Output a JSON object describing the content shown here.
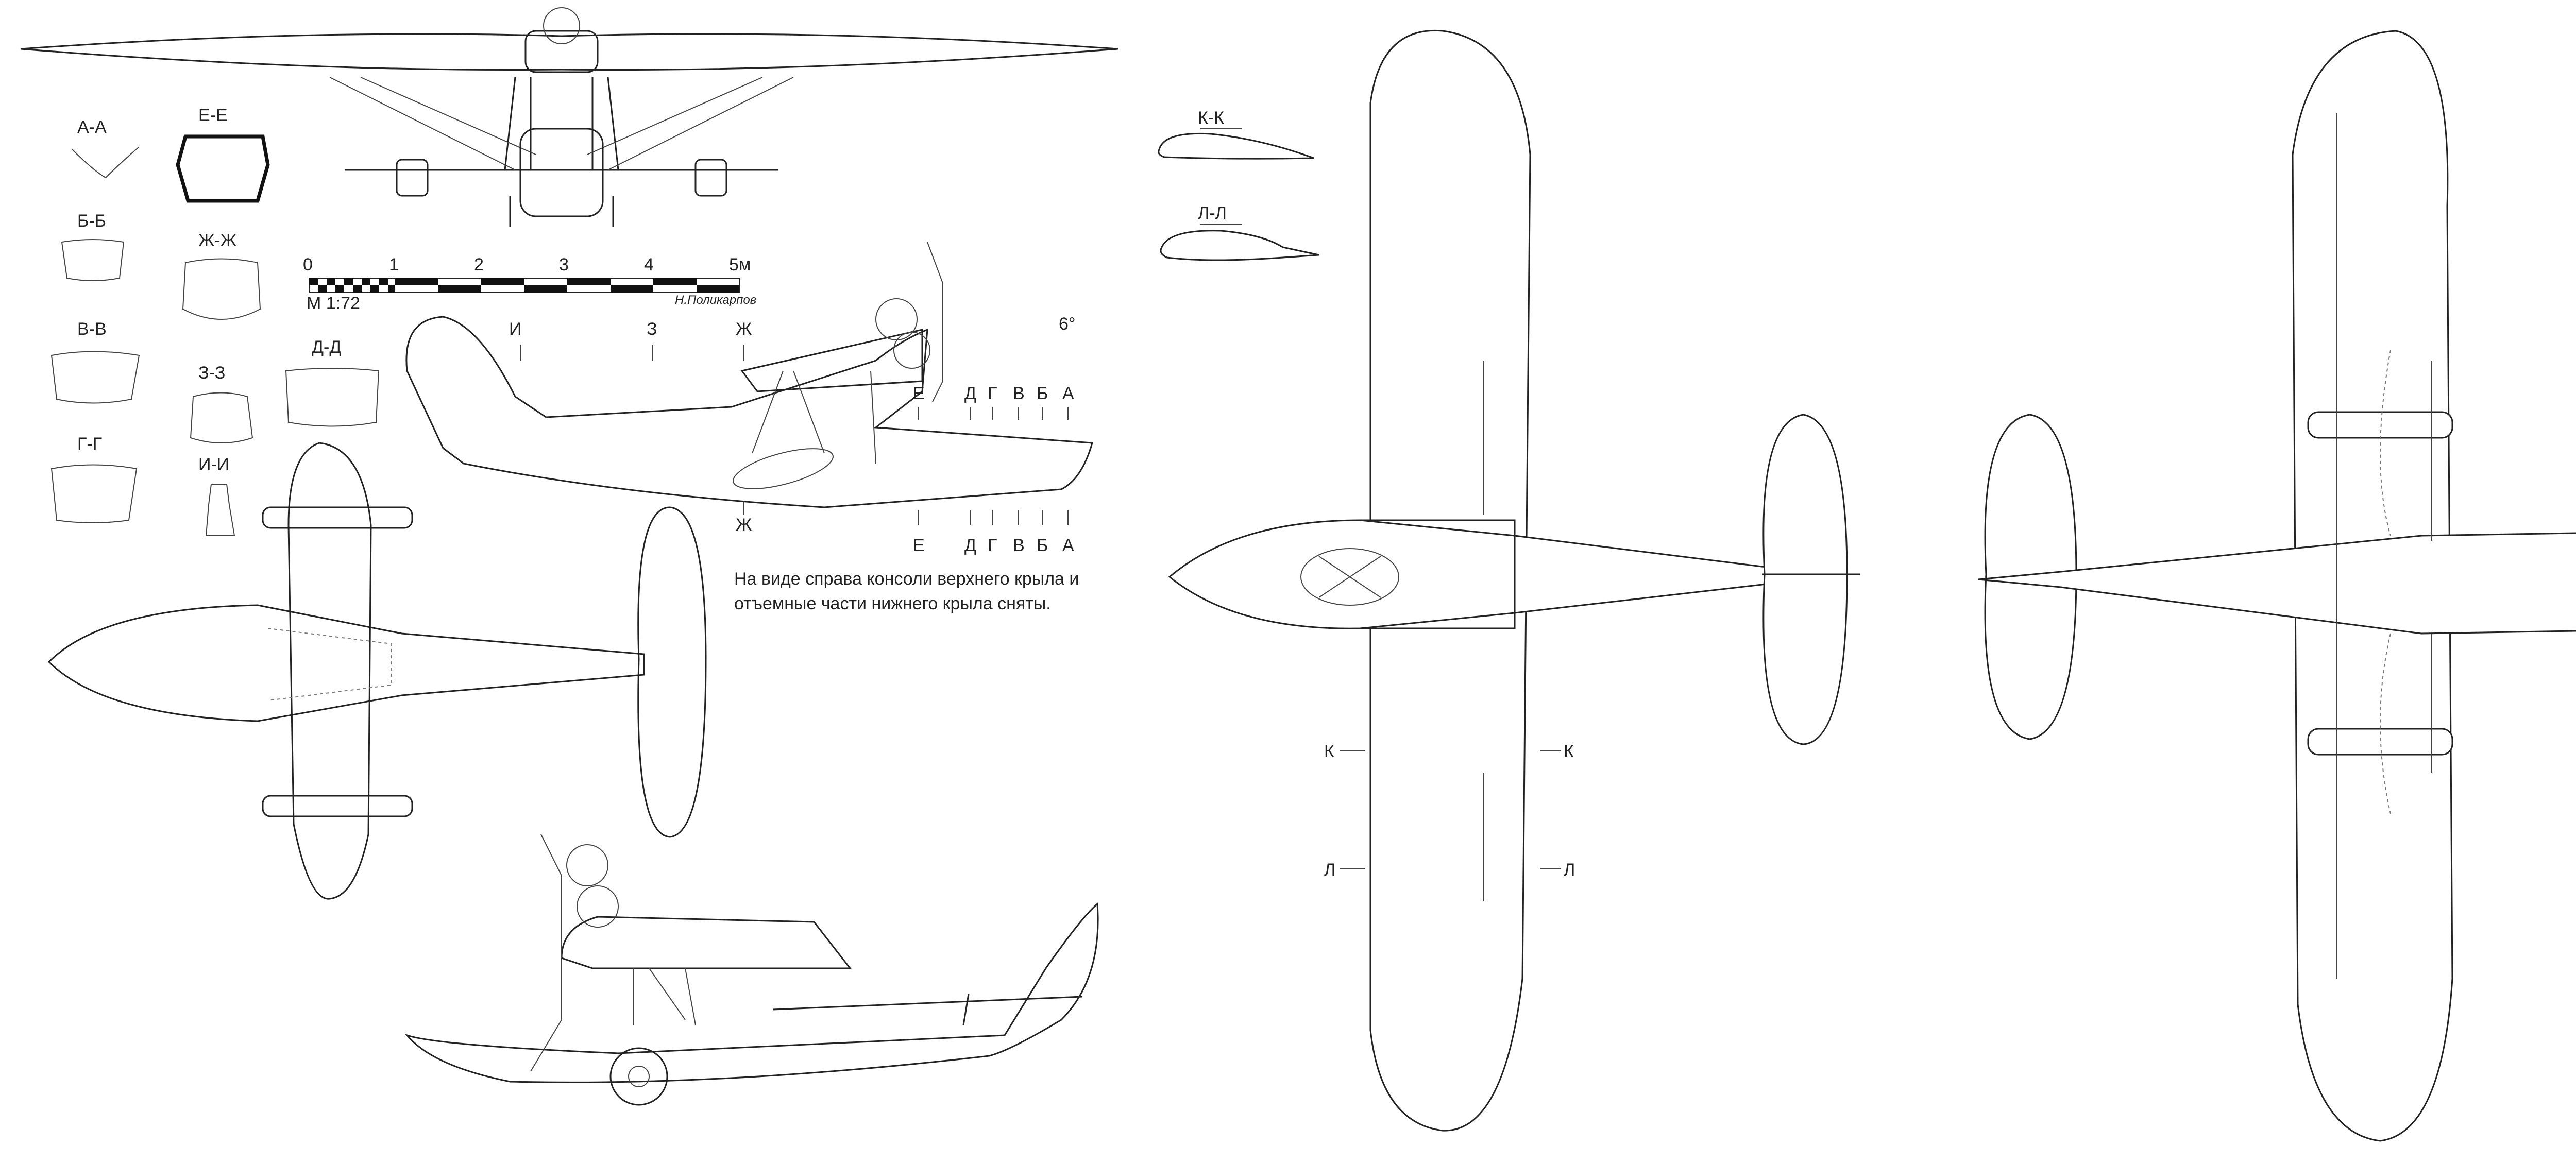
{
  "sections": {
    "aa": "А-А",
    "ee": "Е-Е",
    "bb": "Б-Б",
    "zhzh": "Ж-Ж",
    "vv": "В-В",
    "zz": "З-З",
    "dd": "Д-Д",
    "gg": "Г-Г",
    "ii": "И-И",
    "kk": "К-К",
    "ll": "Л-Л"
  },
  "scale": {
    "ticks": [
      "0",
      "1",
      "2",
      "3",
      "4",
      "5м"
    ],
    "ratio": "М 1:72",
    "author": "Н.Поликарпов"
  },
  "side_view_markers": {
    "i": "И",
    "z": "З",
    "zh": "Ж",
    "angle": "6°",
    "e": "Е",
    "d": "Д",
    "g": "Г",
    "v": "В",
    "b": "Б",
    "a": "А"
  },
  "plan_markers": {
    "k": "К",
    "l": "Л"
  },
  "note": {
    "line1": "На виде справа консоли верхнего крыла и",
    "line2": "отъемные части нижнего крыла сняты."
  }
}
